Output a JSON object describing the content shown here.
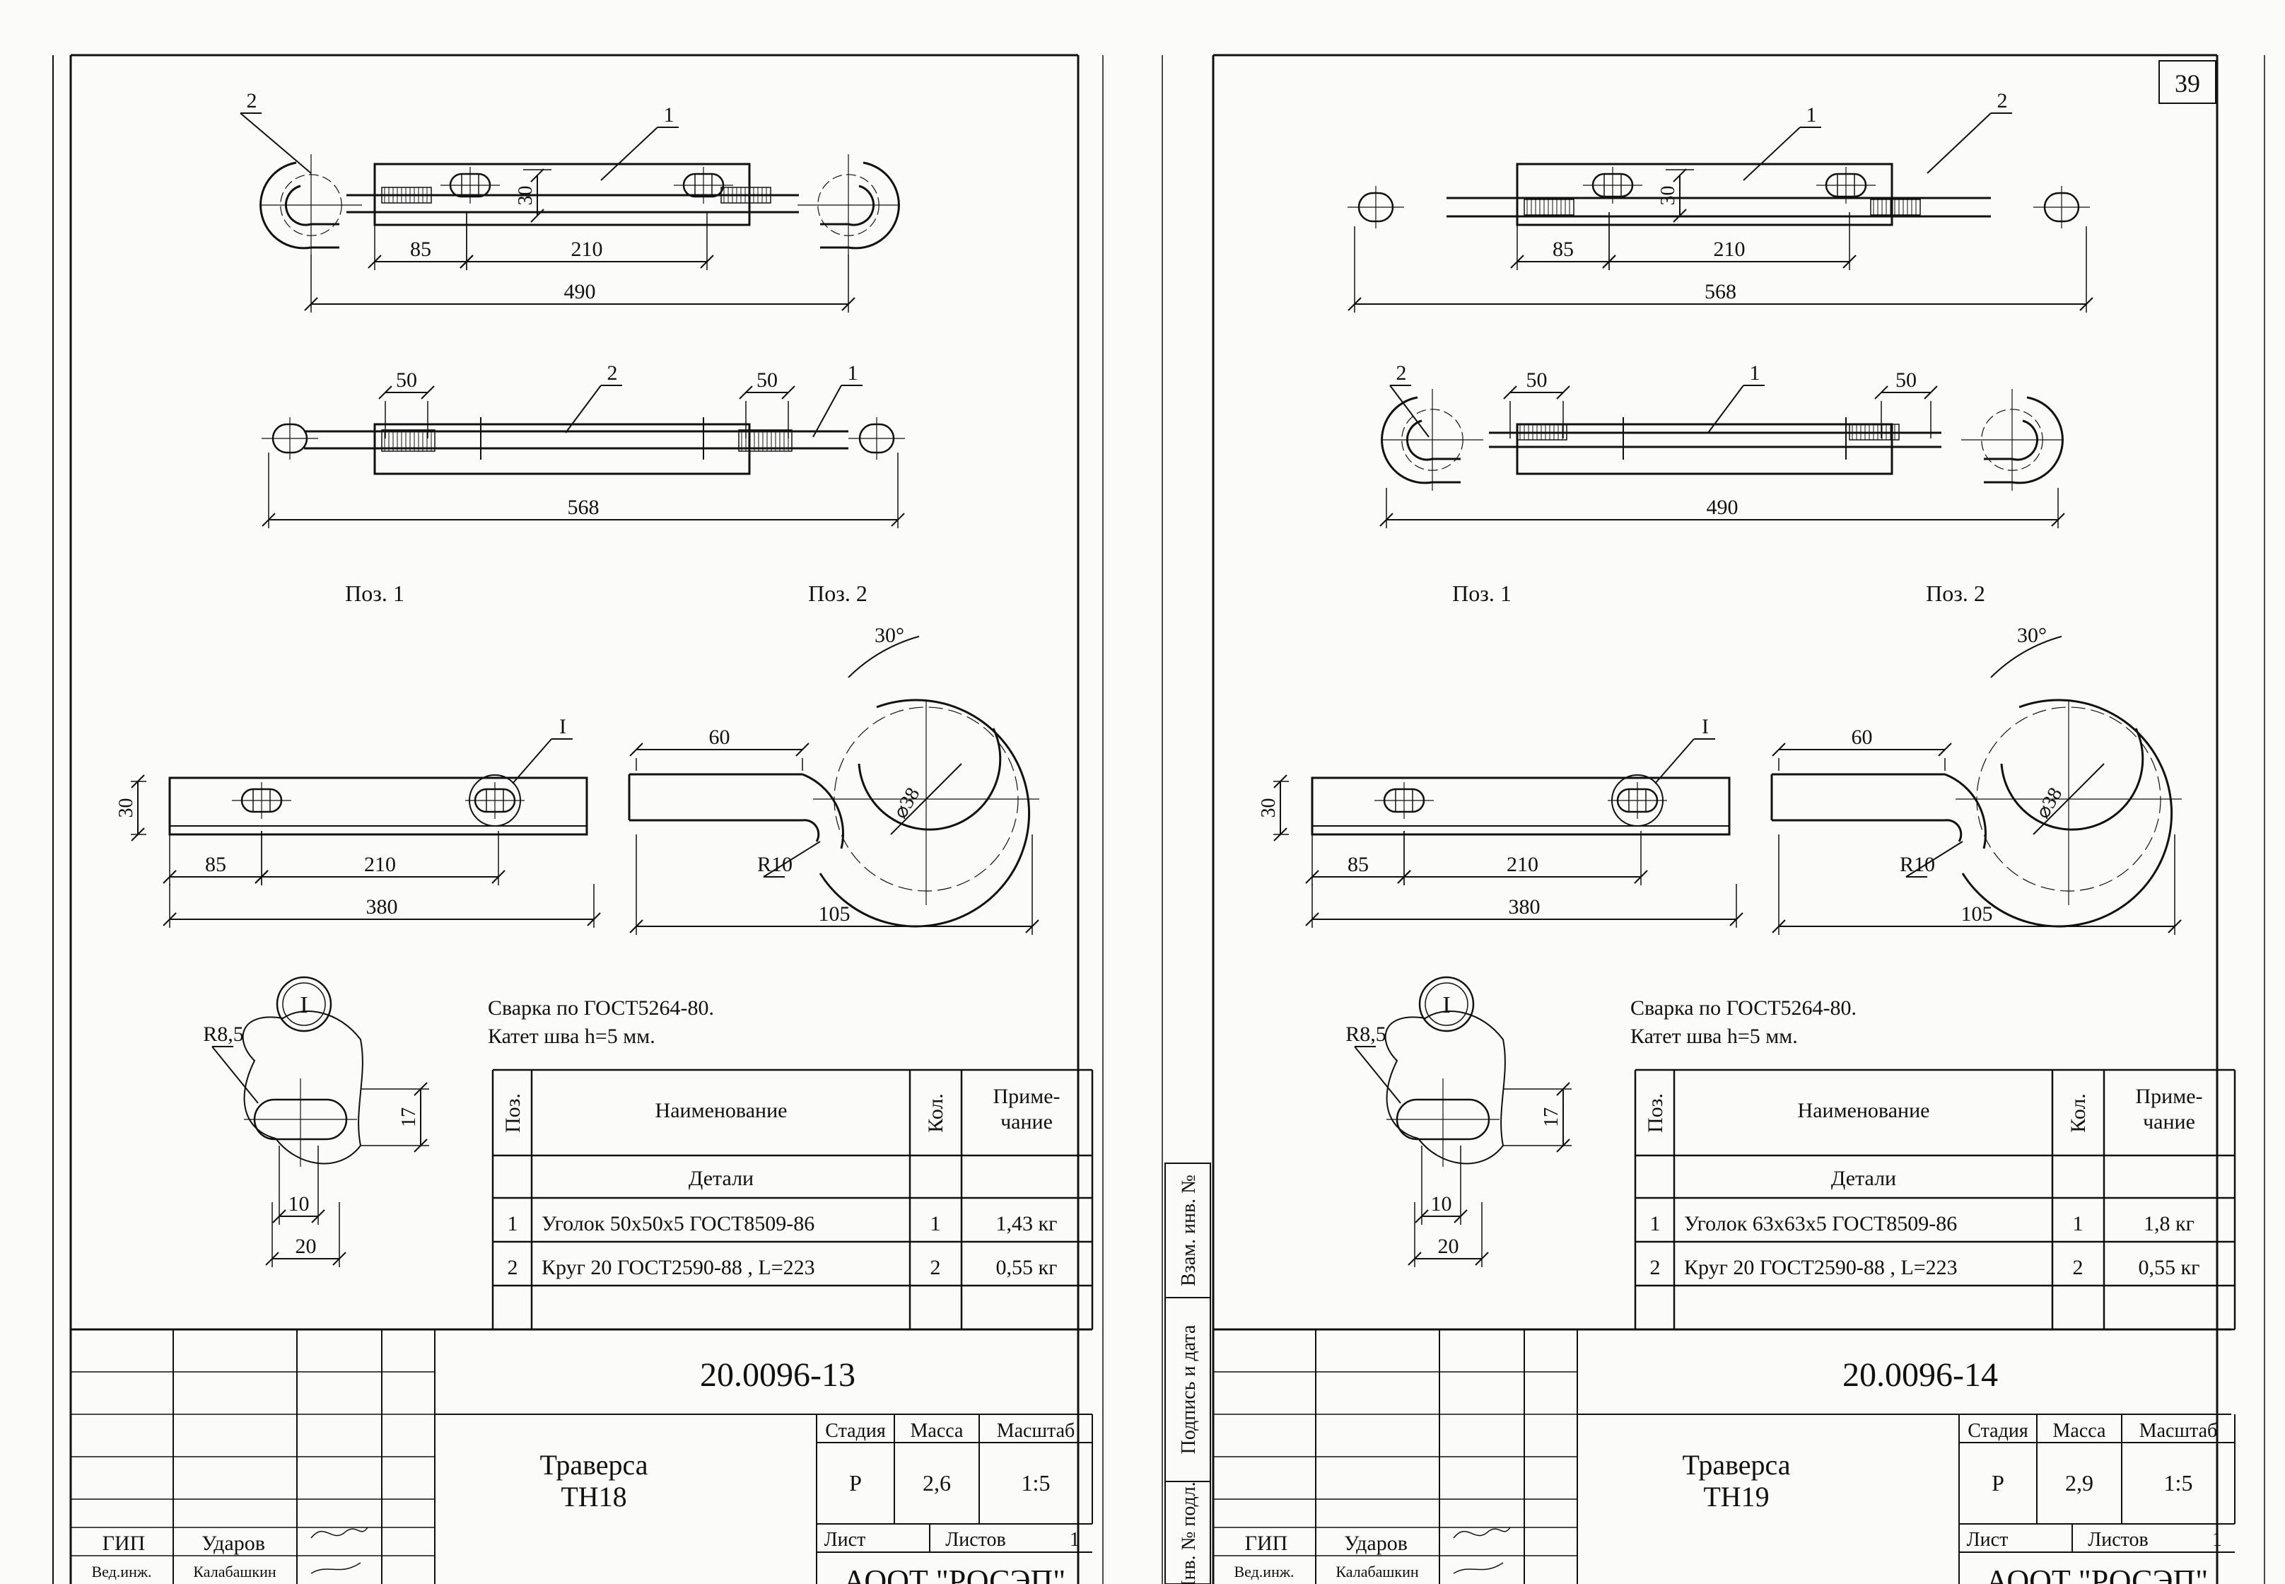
{
  "sheets": [
    {
      "code": "20.0096-13",
      "page_number": "",
      "title_line1": "Траверса",
      "title_line2": "ТН18",
      "stage_header": "Стадия",
      "mass_header": "Масса",
      "scale_header": "Масштаб",
      "stage": "Р",
      "mass": "2,6",
      "scale": "1:5",
      "sheet_label": "Лист",
      "sheets_label": "Листов",
      "sheets_count": "1",
      "org": "АООТ \"РОСЭП\"",
      "staff": [
        {
          "role": "ГИП",
          "name": "Ударов"
        },
        {
          "role": "Вед.инж.",
          "name": "Калабашкин"
        }
      ],
      "top_view": {
        "dims": [
          "85",
          "210",
          "30",
          "490"
        ],
        "callouts": [
          "1",
          "2"
        ]
      },
      "side_view": {
        "dims": [
          "50",
          "50",
          "568"
        ],
        "callouts": [
          "1",
          "2"
        ]
      },
      "pos1": {
        "label": "Поз. 1",
        "dims": [
          "30",
          "85",
          "210",
          "380"
        ],
        "detail_mark": "I"
      },
      "pos2": {
        "label": "Поз. 2",
        "dims": [
          "30°",
          "60",
          "R10",
          "⌀38",
          "105"
        ]
      },
      "detail": {
        "mark": "I",
        "dims": [
          "R8,5",
          "17",
          "10",
          "20"
        ]
      },
      "notes": [
        "Сварка по ГОСТ5264-80.",
        "Катет шва h=5 мм."
      ],
      "spec": {
        "headers": [
          "Поз.",
          "Наименование",
          "Кол.",
          "Приме-\nчание"
        ],
        "section": "Детали",
        "rows": [
          {
            "pos": "1",
            "name": "Уголок 50х50х5 ГОСТ8509-86",
            "qty": "1",
            "note": "1,43 кг"
          },
          {
            "pos": "2",
            "name": "Круг 20 ГОСТ2590-88 , L=223",
            "qty": "2",
            "note": "0,55 кг"
          }
        ]
      }
    },
    {
      "code": "20.0096-14",
      "page_number": "39",
      "title_line1": "Траверса",
      "title_line2": "ТН19",
      "stage_header": "Стадия",
      "mass_header": "Масса",
      "scale_header": "Масштаб",
      "stage": "Р",
      "mass": "2,9",
      "scale": "1:5",
      "sheet_label": "Лист",
      "sheets_label": "Листов",
      "sheets_count": "1",
      "org": "АООТ \"РОСЭП\"",
      "staff": [
        {
          "role": "ГИП",
          "name": "Ударов"
        },
        {
          "role": "Вед.инж.",
          "name": "Калабашкин"
        }
      ],
      "top_view": {
        "dims": [
          "85",
          "210",
          "30",
          "568"
        ],
        "callouts": [
          "1",
          "2"
        ]
      },
      "side_view": {
        "dims": [
          "50",
          "50",
          "490"
        ],
        "callouts": [
          "2",
          "1"
        ]
      },
      "pos1": {
        "label": "Поз. 1",
        "dims": [
          "30",
          "85",
          "210",
          "380"
        ],
        "detail_mark": "I"
      },
      "pos2": {
        "label": "Поз. 2",
        "dims": [
          "30°",
          "60",
          "R10",
          "⌀38",
          "105"
        ]
      },
      "detail": {
        "mark": "I",
        "dims": [
          "R8,5",
          "17",
          "10",
          "20"
        ]
      },
      "notes": [
        "Сварка по ГОСТ5264-80.",
        "Катет шва h=5 мм."
      ],
      "spec": {
        "headers": [
          "Поз.",
          "Наименование",
          "Кол.",
          "Приме-\nчание"
        ],
        "section": "Детали",
        "rows": [
          {
            "pos": "1",
            "name": "Уголок 63х63х5 ГОСТ8509-86",
            "qty": "1",
            "note": "1,8 кг"
          },
          {
            "pos": "2",
            "name": "Круг 20 ГОСТ2590-88 , L=223",
            "qty": "2",
            "note": "0,55 кг"
          }
        ]
      }
    }
  ],
  "margin_stamp": [
    "Взам. инв. №",
    "Подпись и дата",
    "Инв. № подл."
  ]
}
